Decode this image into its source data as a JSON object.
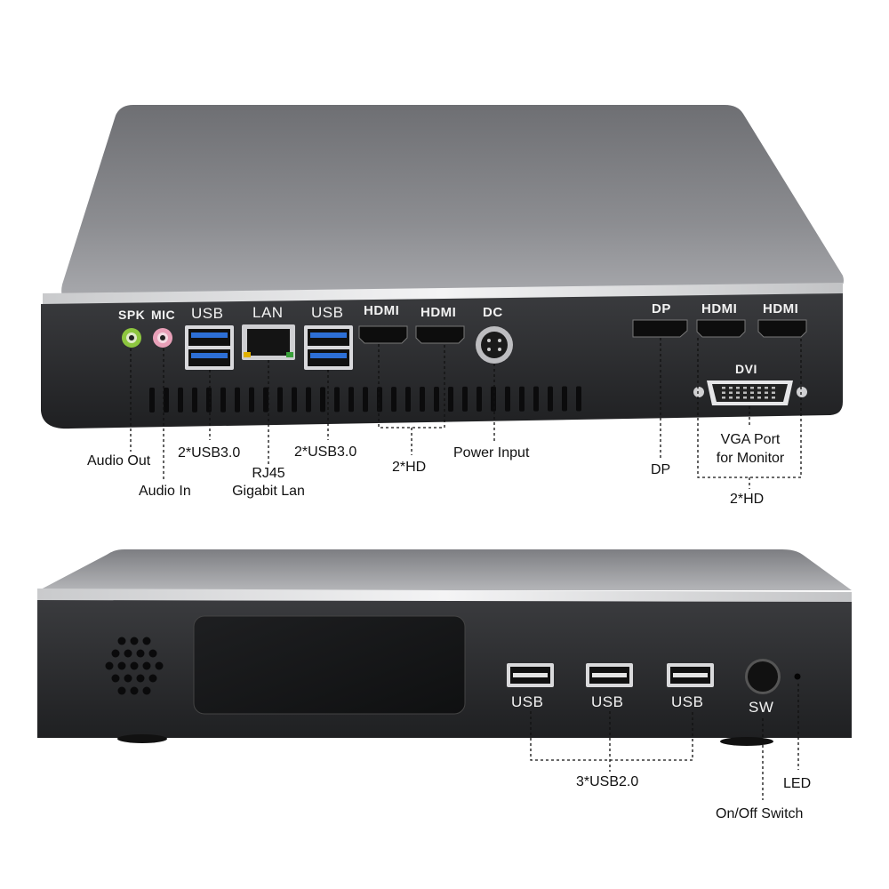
{
  "rear_panel": {
    "port_labels": {
      "spk": "SPK",
      "mic": "MIC",
      "usb_left": "USB",
      "lan": "LAN",
      "usb_right": "USB",
      "hdmi_1": "HDMI",
      "hdmi_2": "HDMI",
      "dc": "DC",
      "dp": "DP",
      "hdmi_3": "HDMI",
      "hdmi_4": "HDMI",
      "dvi": "DVI"
    },
    "callouts": {
      "audio_out": "Audio Out",
      "audio_in": "Audio In",
      "usb3_left": "2*USB3.0",
      "rj45_line1": "RJ45",
      "rj45_line2": "Gigabit Lan",
      "usb3_right": "2*USB3.0",
      "hd_pair_left": "2*HD",
      "power_input": "Power Input",
      "dp": "DP",
      "vga_line1": "VGA Port",
      "vga_line2": "for Monitor",
      "hd_pair_right": "2*HD"
    }
  },
  "front_panel": {
    "port_labels": {
      "usb_1": "USB",
      "usb_2": "USB",
      "usb_3": "USB",
      "sw": "SW"
    },
    "callouts": {
      "usb2": "3*USB2.0",
      "led": "LED",
      "power_switch": "On/Off Switch"
    }
  },
  "colors": {
    "body_dark": "#2b2b2d",
    "top_silver": "#8a8b8f",
    "audio_out_jack": "#8dc63f",
    "audio_in_jack": "#e8a0b8",
    "usb3_blue": "#2d6fd6"
  }
}
